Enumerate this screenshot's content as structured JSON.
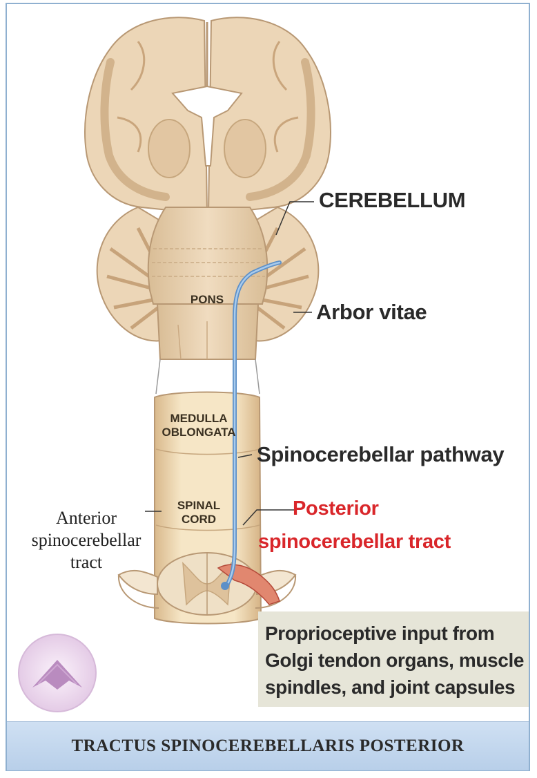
{
  "labels": {
    "cerebellum": "CEREBELLUM",
    "arbor_vitae": "Arbor vitae",
    "pons": "PONS",
    "medulla_line1": "MEDULLA",
    "medulla_line2": "OBLONGATA",
    "spinocerebellar_pathway": "Spinocerebellar pathway",
    "spinal_line1": "SPINAL",
    "spinal_line2": "CORD",
    "anterior_line1": "Anterior",
    "anterior_line2": "spinocerebellar",
    "anterior_line3": "tract",
    "posterior_line1": "Posterior",
    "posterior_line2": "spinocerebellar tract",
    "proprioceptive_line1": "Proprioceptive input from",
    "proprioceptive_line2": "Golgi tendon organs, muscle",
    "proprioceptive_line3": "spindles, and joint capsules"
  },
  "caption": "TRACTUS SPINOCEREBELLARIS POSTERIOR",
  "colors": {
    "tissue": "#ecd9bf",
    "gray_matter": "#dcc4a4",
    "pathway": "#6f9fd0",
    "posterior_label": "#d9262a",
    "caption_bg": "#c3d7ee"
  },
  "icons": {
    "logo": "logo-icon"
  }
}
